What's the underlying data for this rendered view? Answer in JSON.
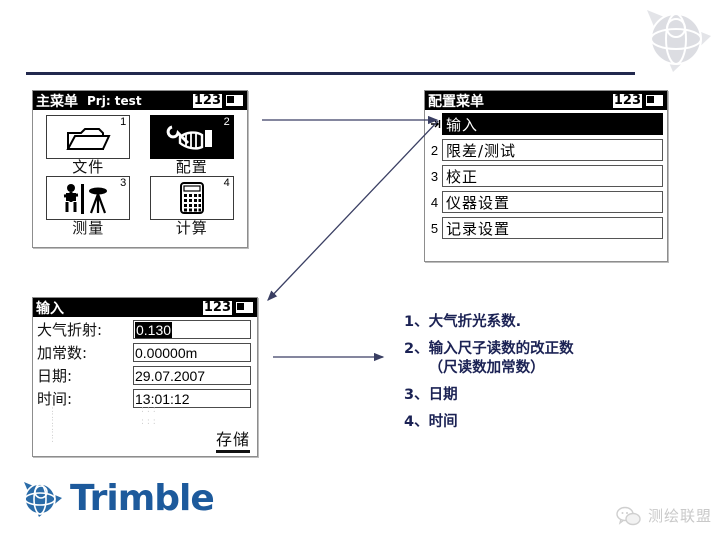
{
  "theme": {
    "rule_color": "#22294e",
    "note_color": "#1b2254",
    "brand_blue": "#1d5a9c",
    "watermark_gray": "#c9c9c9",
    "arrow_color": "#3a3f63"
  },
  "screens": {
    "main_menu": {
      "title": "主菜单",
      "subtitle": "Prj: test",
      "page_indicator": "123",
      "battery_icon": "battery-icon",
      "tiles": [
        {
          "num": "1",
          "label": "文件",
          "icon": "folder-icon",
          "selected": false
        },
        {
          "num": "2",
          "label": "配置",
          "icon": "wrench-hand-icon",
          "selected": true
        },
        {
          "num": "3",
          "label": "测量",
          "icon": "surveyor-icon",
          "selected": false
        },
        {
          "num": "4",
          "label": "计算",
          "icon": "calculator-icon",
          "selected": false
        }
      ]
    },
    "config_menu": {
      "title": "配置菜单",
      "page_indicator": "123",
      "battery_icon": "battery-icon",
      "items": [
        {
          "num": "",
          "label": "输入",
          "selected": true
        },
        {
          "num": "2",
          "label": "限差/测试",
          "selected": false
        },
        {
          "num": "3",
          "label": "校正",
          "selected": false
        },
        {
          "num": "4",
          "label": "仪器设置",
          "selected": false
        },
        {
          "num": "5",
          "label": "记录设置",
          "selected": false
        }
      ]
    },
    "input_screen": {
      "title": "输入",
      "page_indicator": "123",
      "battery_icon": "battery-icon",
      "fields": [
        {
          "label": "大气折射:",
          "value": "0.130",
          "highlighted": true
        },
        {
          "label": "加常数:",
          "value": "0.00000m",
          "highlighted": false
        },
        {
          "label": "日期:",
          "value": "29.07.2007",
          "highlighted": false
        },
        {
          "label": "时间:",
          "value": "13:01:12",
          "highlighted": false
        }
      ],
      "softkey": "存储"
    }
  },
  "notes": [
    {
      "num": "1、",
      "text": "大气折光系数.",
      "sub": ""
    },
    {
      "num": "2、",
      "text": "输入尺子读数的改正数",
      "sub": "（尺读数加常数）"
    },
    {
      "num": "3、",
      "text": "日期",
      "sub": ""
    },
    {
      "num": "4、",
      "text": "时间",
      "sub": ""
    }
  ],
  "branding": {
    "logo_icon": "trimble-globe-icon",
    "wordmark": "Trimble",
    "corner_watermark_icon": "trimble-globe-watermark-icon"
  },
  "watermark": {
    "icon": "wechat-icon",
    "text": "测绘联盟"
  }
}
